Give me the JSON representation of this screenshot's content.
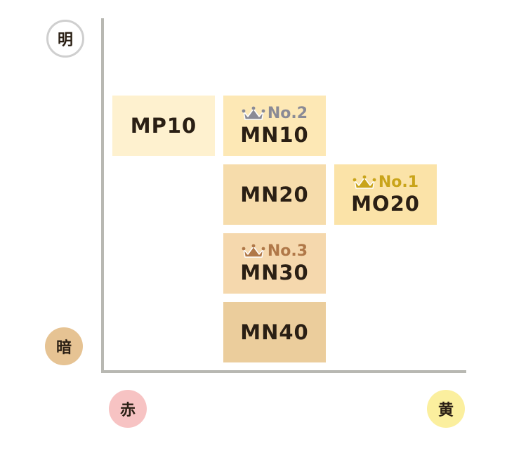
{
  "axes": {
    "bright": "明",
    "dark": "暗",
    "red": "赤",
    "yellow": "黄"
  },
  "shades": {
    "mp10": {
      "code": "MP10"
    },
    "mn10": {
      "code": "MN10",
      "rank": "No.2"
    },
    "mn20": {
      "code": "MN20"
    },
    "mo20": {
      "code": "MO20",
      "rank": "No.1"
    },
    "mn30": {
      "code": "MN30",
      "rank": "No.3"
    },
    "mn40": {
      "code": "MN40"
    }
  },
  "icons": {
    "rank_marker": "crown-icon"
  },
  "colors": {
    "mp10": "#fef1cf",
    "mn10": "#fde8b5",
    "mn20": "#f6dcab",
    "mo20": "#fbe3a8",
    "mn30": "#f5d8ad",
    "mn40": "#ebcd9c",
    "rank1": "#c9a41a",
    "rank2": "#8a8a95",
    "rank3": "#b07848",
    "axis": "#b8b8b2"
  }
}
